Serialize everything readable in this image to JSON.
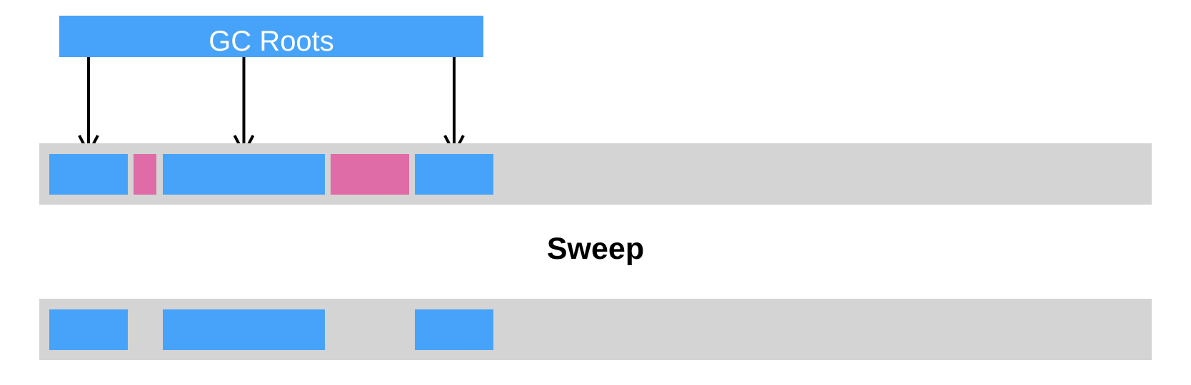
{
  "colors": {
    "live": "#47a3f9",
    "garbage": "#df6ca6",
    "heap": "#d4d4d4",
    "arrow": "#000000"
  },
  "roots": {
    "label": "GC Roots"
  },
  "step": {
    "label": "Sweep"
  },
  "heap_before": {
    "blocks": [
      {
        "state": "live",
        "referenced": true
      },
      {
        "state": "garbage",
        "referenced": false
      },
      {
        "state": "live",
        "referenced": true
      },
      {
        "state": "garbage",
        "referenced": false
      },
      {
        "state": "live",
        "referenced": true
      }
    ]
  },
  "heap_after": {
    "blocks": [
      {
        "state": "live"
      },
      {
        "state": "free"
      },
      {
        "state": "live"
      },
      {
        "state": "free"
      },
      {
        "state": "live"
      }
    ]
  }
}
